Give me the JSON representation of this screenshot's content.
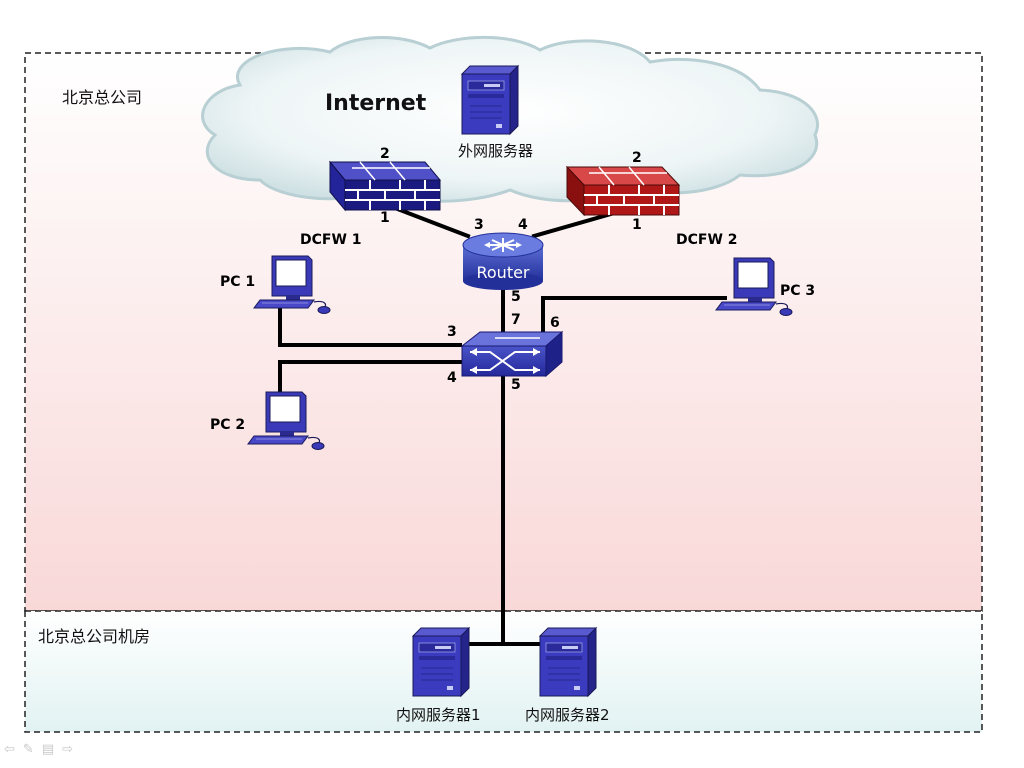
{
  "regions": {
    "hq": "北京总公司",
    "datacenter": "北京总公司机房"
  },
  "internet": {
    "label": "Internet",
    "external_server": "外网服务器"
  },
  "devices": {
    "dcfw1": "DCFW 1",
    "dcfw2": "DCFW 2",
    "router": "Router",
    "pc1": "PC 1",
    "pc2": "PC 2",
    "pc3": "PC 3",
    "internal_server1": "内网服务器1",
    "internal_server2": "内网服务器2"
  },
  "ports": {
    "dcfw1_top": "2",
    "dcfw1_bottom": "1",
    "dcfw2_top": "2",
    "dcfw2_bottom": "1",
    "router_left": "3",
    "router_right": "4",
    "router_down": "5",
    "switch_up": "7",
    "switch_pc3": "6",
    "switch_pc1": "3",
    "switch_pc2": "4",
    "switch_down": "5"
  },
  "colors": {
    "dcfw1": "#1a1a80",
    "dcfw2": "#b01818",
    "device_blue": "#3535b5",
    "hq_region_bottom": "#f9d8d8",
    "dc_region_bottom": "#e2f2f2"
  },
  "nav_icons": [
    "prev-arrow-icon",
    "pen-icon",
    "menu-icon",
    "next-arrow-icon"
  ]
}
